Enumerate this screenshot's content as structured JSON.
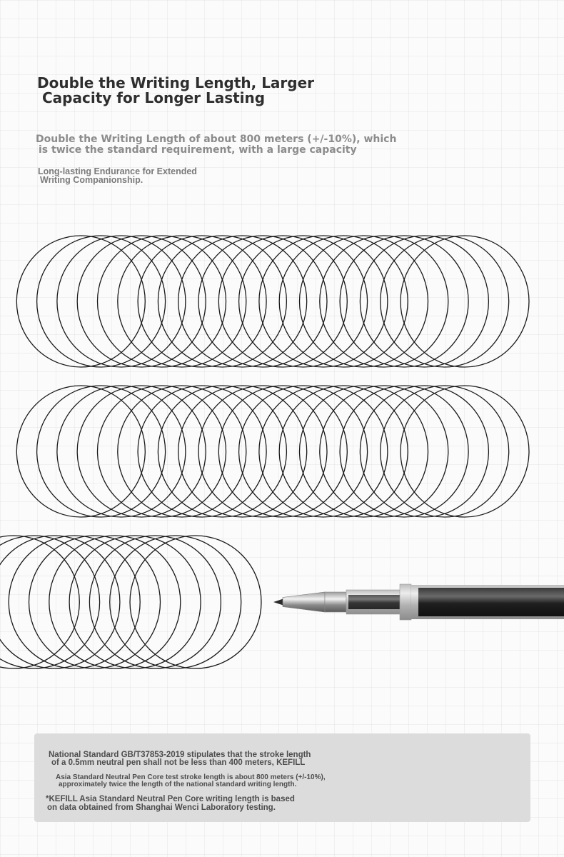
{
  "headline": {
    "line1": "Double the Writing Length, Larger",
    "line2": "Capacity for Longer Lasting"
  },
  "subheadline": {
    "line1": "Double the Writing Length of about 800 meters (+/-10%), which",
    "line2": "is twice the standard requirement, with a large capacity"
  },
  "tagline": {
    "line1": "Long-lasting Endurance for Extended",
    "line2": "Writing Companionship."
  },
  "illustration": {
    "stroke_color": "#1a1a1a",
    "refill_color": "#2a2a2a",
    "rows": [
      {
        "loops": 20
      },
      {
        "loops": 20
      },
      {
        "loops": 10
      }
    ]
  },
  "notes": {
    "standard": {
      "line1": "National Standard GB/T37853-2019 stipulates that the stroke length",
      "line2": "of a 0.5mm neutral pen shall not be less than 400 meters, KEFILL"
    },
    "test": {
      "line1": "Asia Standard Neutral Pen Core test stroke length is about 800 meters (+/-10%),",
      "line2": "approximately twice the length of the national standard writing length."
    },
    "footnote": {
      "line1": "*KEFILL Asia Standard Neutral Pen Core writing length is based",
      "line2": "on data obtained from Shanghai Wenci Laboratory testing."
    }
  }
}
